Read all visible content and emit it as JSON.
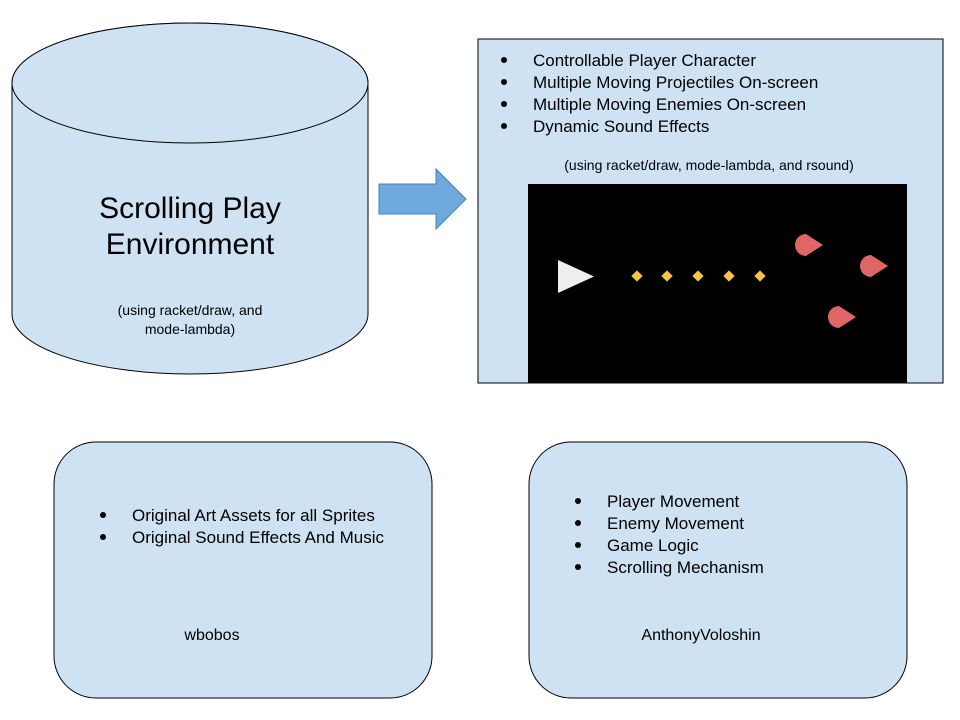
{
  "colors": {
    "box_fill": "#cfe2f3",
    "stroke": "#000000",
    "arrow_fill": "#6fa8dc",
    "arrow_stroke": "#3d85c6",
    "game_bg": "#000000",
    "player": "#eeeeee",
    "projectile": "#f6c445",
    "enemy": "#e06666"
  },
  "cylinder": {
    "title_line1": "Scrolling Play",
    "title_line2": "Environment",
    "note_line1": "(using racket/draw, and",
    "note_line2": "mode-lambda)"
  },
  "features_box": {
    "bullets": [
      "Controllable Player Character",
      "Multiple Moving Projectiles On-screen",
      "Multiple Moving Enemies On-screen",
      "Dynamic Sound Effects"
    ],
    "note": "(using racket/draw, mode-lambda, and rsound)"
  },
  "game_preview": {
    "player_icon": "play-triangle-icon",
    "projectile_icon": "diamond-icon",
    "projectile_count": 5,
    "enemy_icon": "teardrop-icon",
    "enemy_count": 3
  },
  "wbobos_box": {
    "bullets": [
      "Original Art Assets for all Sprites",
      "Original Sound Effects And Music"
    ],
    "name": "wbobos"
  },
  "anthony_box": {
    "bullets": [
      "Player Movement",
      "Enemy Movement",
      "Game Logic",
      "Scrolling Mechanism"
    ],
    "name": "AnthonyVoloshin"
  }
}
